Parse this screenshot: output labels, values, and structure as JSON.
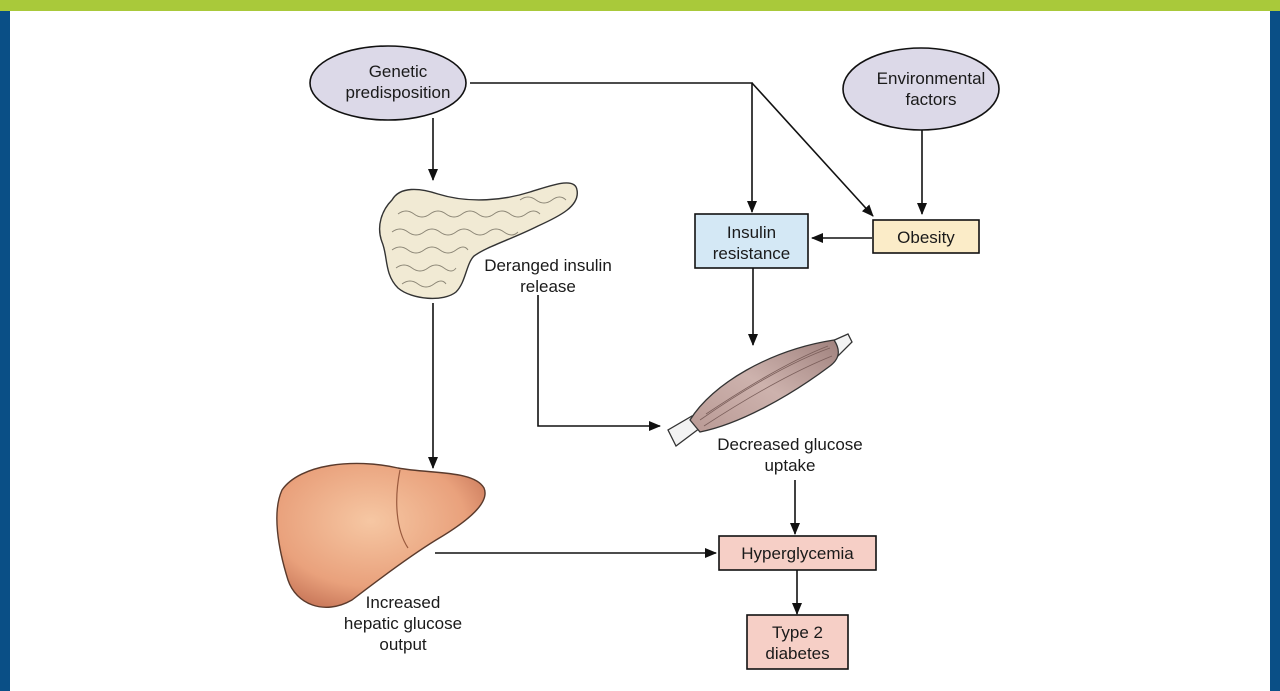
{
  "nodes": {
    "genetic": "Genetic\npredisposition",
    "environmental": "Environmental\nfactors",
    "insulin_resistance": "Insulin\nresistance",
    "obesity": "Obesity",
    "deranged": "Deranged insulin\nrelease",
    "decreased": "Decreased glucose\nuptake",
    "hyperglycemia": "Hyperglycemia",
    "type2": "Type 2\ndiabetes",
    "hepatic": "Increased\nhepatic glucose\noutput"
  },
  "colors": {
    "header_bar": "#a9c93a",
    "side_frame": "#0a4f86",
    "ellipse_fill": "#dcd9e8",
    "insulin_resistance_fill": "#d4e8f5",
    "obesity_fill": "#fbecc8",
    "outcome_fill": "#f6cfc6"
  },
  "icons": [
    "pancreas-illustration",
    "muscle-illustration",
    "liver-illustration"
  ]
}
